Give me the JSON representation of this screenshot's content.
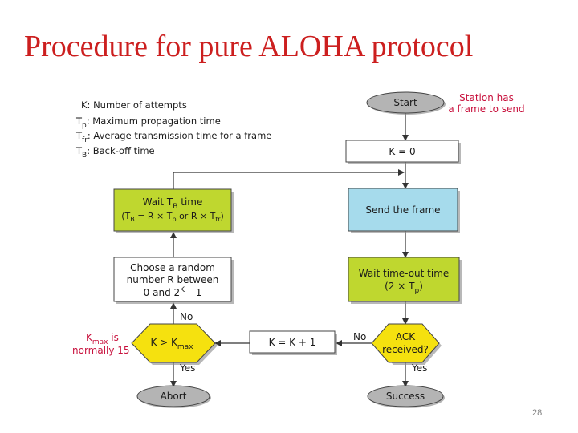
{
  "slide": {
    "title": "Procedure for pure ALOHA protocol",
    "page_number": "28"
  },
  "colors": {
    "title": "#cc1f1f",
    "green_box": "#bfd72f",
    "blue_box": "#a6dbec",
    "terminal": "#b4b4b4",
    "note": "#c8103c"
  },
  "legend": {
    "k": {
      "sym": "K",
      "text": ": Number of attempts"
    },
    "tp": {
      "sym": "T",
      "sub": "p",
      "text": ": Maximum propagation time"
    },
    "tfr": {
      "sym": "T",
      "sub": "fr",
      "text": ": Average transmission time for a frame"
    },
    "tb": {
      "sym": "T",
      "sub": "B",
      "text": ": Back-off time"
    }
  },
  "notes": {
    "station": [
      "Station has",
      "a frame to send"
    ],
    "kmax": {
      "sym": "K",
      "sub": "max",
      "rest": " is",
      "line2": "normally 15"
    }
  },
  "nodes": {
    "start": "Start",
    "k_zero": "K = 0",
    "send": "Send the frame",
    "wait_timeout": {
      "line1": "Wait time-out time",
      "pre": "(2 × T",
      "sub": "p",
      "post": ")"
    },
    "ack": {
      "line1": "ACK",
      "line2": "received?"
    },
    "success": "Success",
    "increment": "K = K + 1",
    "compare": {
      "pre": "K > K",
      "sub": "max"
    },
    "abort": "Abort",
    "random": {
      "line1": "Choose a random",
      "line2": "number R between",
      "line3_pre": "0 and 2",
      "line3_sup": "K",
      "line3_post": " – 1"
    },
    "wait_backoff": {
      "line1_pre": "Wait T",
      "line1_sub": "B",
      "line1_post": " time",
      "l2_a": "(T",
      "l2_a_sub": "B",
      "l2_b": " = R × T",
      "l2_b_sub": "p",
      "l2_c": " or R × T",
      "l2_c_sub": "fr",
      "l2_d": ")"
    }
  },
  "edges": {
    "ack_no": "No",
    "ack_yes": "Yes",
    "cmp_yes": "Yes",
    "cmp_no": "No"
  }
}
